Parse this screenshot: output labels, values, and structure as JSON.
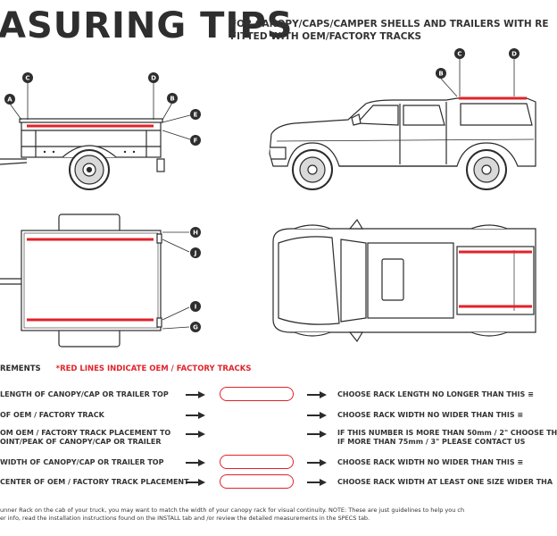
{
  "header": {
    "title": "ASURING TIPS",
    "subtitle_line1": "FOR CANOPY/CAPS/CAMPER SHELLS AND TRAILERS WITH RE",
    "subtitle_line2": "FITTED WITH OEM/FACTORY TRACKS"
  },
  "markers": {
    "trailer_side": [
      "A",
      "C",
      "D",
      "B",
      "E",
      "F"
    ],
    "trailer_top": [
      "H",
      "J",
      "I",
      "G"
    ],
    "truck_side": [
      "C",
      "D",
      "B"
    ]
  },
  "requirements": {
    "heading": "REMENTS",
    "note": "*RED LINES INDICATE OEM / FACTORY TRACKS",
    "rows": [
      {
        "label": "LENGTH OF CANOPY/CAP OR TRAILER TOP",
        "label2": "",
        "result": "CHOOSE RACK LENGTH NO LONGER THAN THIS ≡",
        "result2": "",
        "has_box": true
      },
      {
        "label": "OF OEM / FACTORY TRACK",
        "label2": "",
        "result": "CHOOSE RACK WIDTH NO WIDER THAN THIS ≡",
        "result2": "",
        "has_box": false
      },
      {
        "label": "OM OEM / FACTORY TRACK PLACEMENT TO",
        "label2": "OINT/PEAK OF CANOPY/CAP OR TRAILER",
        "result": "IF THIS NUMBER IS MORE THAN 50mm / 2\" CHOOSE TH",
        "result2": "IF MORE THAN 75mm / 3\" PLEASE CONTACT US",
        "has_box": false
      },
      {
        "label": "WIDTH OF CANOPY/CAP OR TRAILER TOP",
        "label2": "",
        "result": "CHOOSE RACK WIDTH NO WIDER THAN THIS ≡",
        "result2": "",
        "has_box": true
      },
      {
        "label": "CENTER OF OEM / FACTORY TRACK PLACEMENT",
        "label2": "",
        "result": "CHOOSE RACK WIDTH AT LEAST ONE SIZE WIDER THA",
        "result2": "",
        "has_box": true
      }
    ]
  },
  "footnote": {
    "line1": "unner Rack on the cab of your truck, you may want to match the width of your canopy rack for visual continuity. NOTE: These are just guidelines to help you ch",
    "line2": "er info, read the installation instructions found on the INSTALL tab and /or review the detailed measurements in the SPECS tab."
  },
  "colors": {
    "track_red": "#e0232a",
    "ink": "#2b2b2b",
    "marker_fill": "#2e2e2e"
  }
}
